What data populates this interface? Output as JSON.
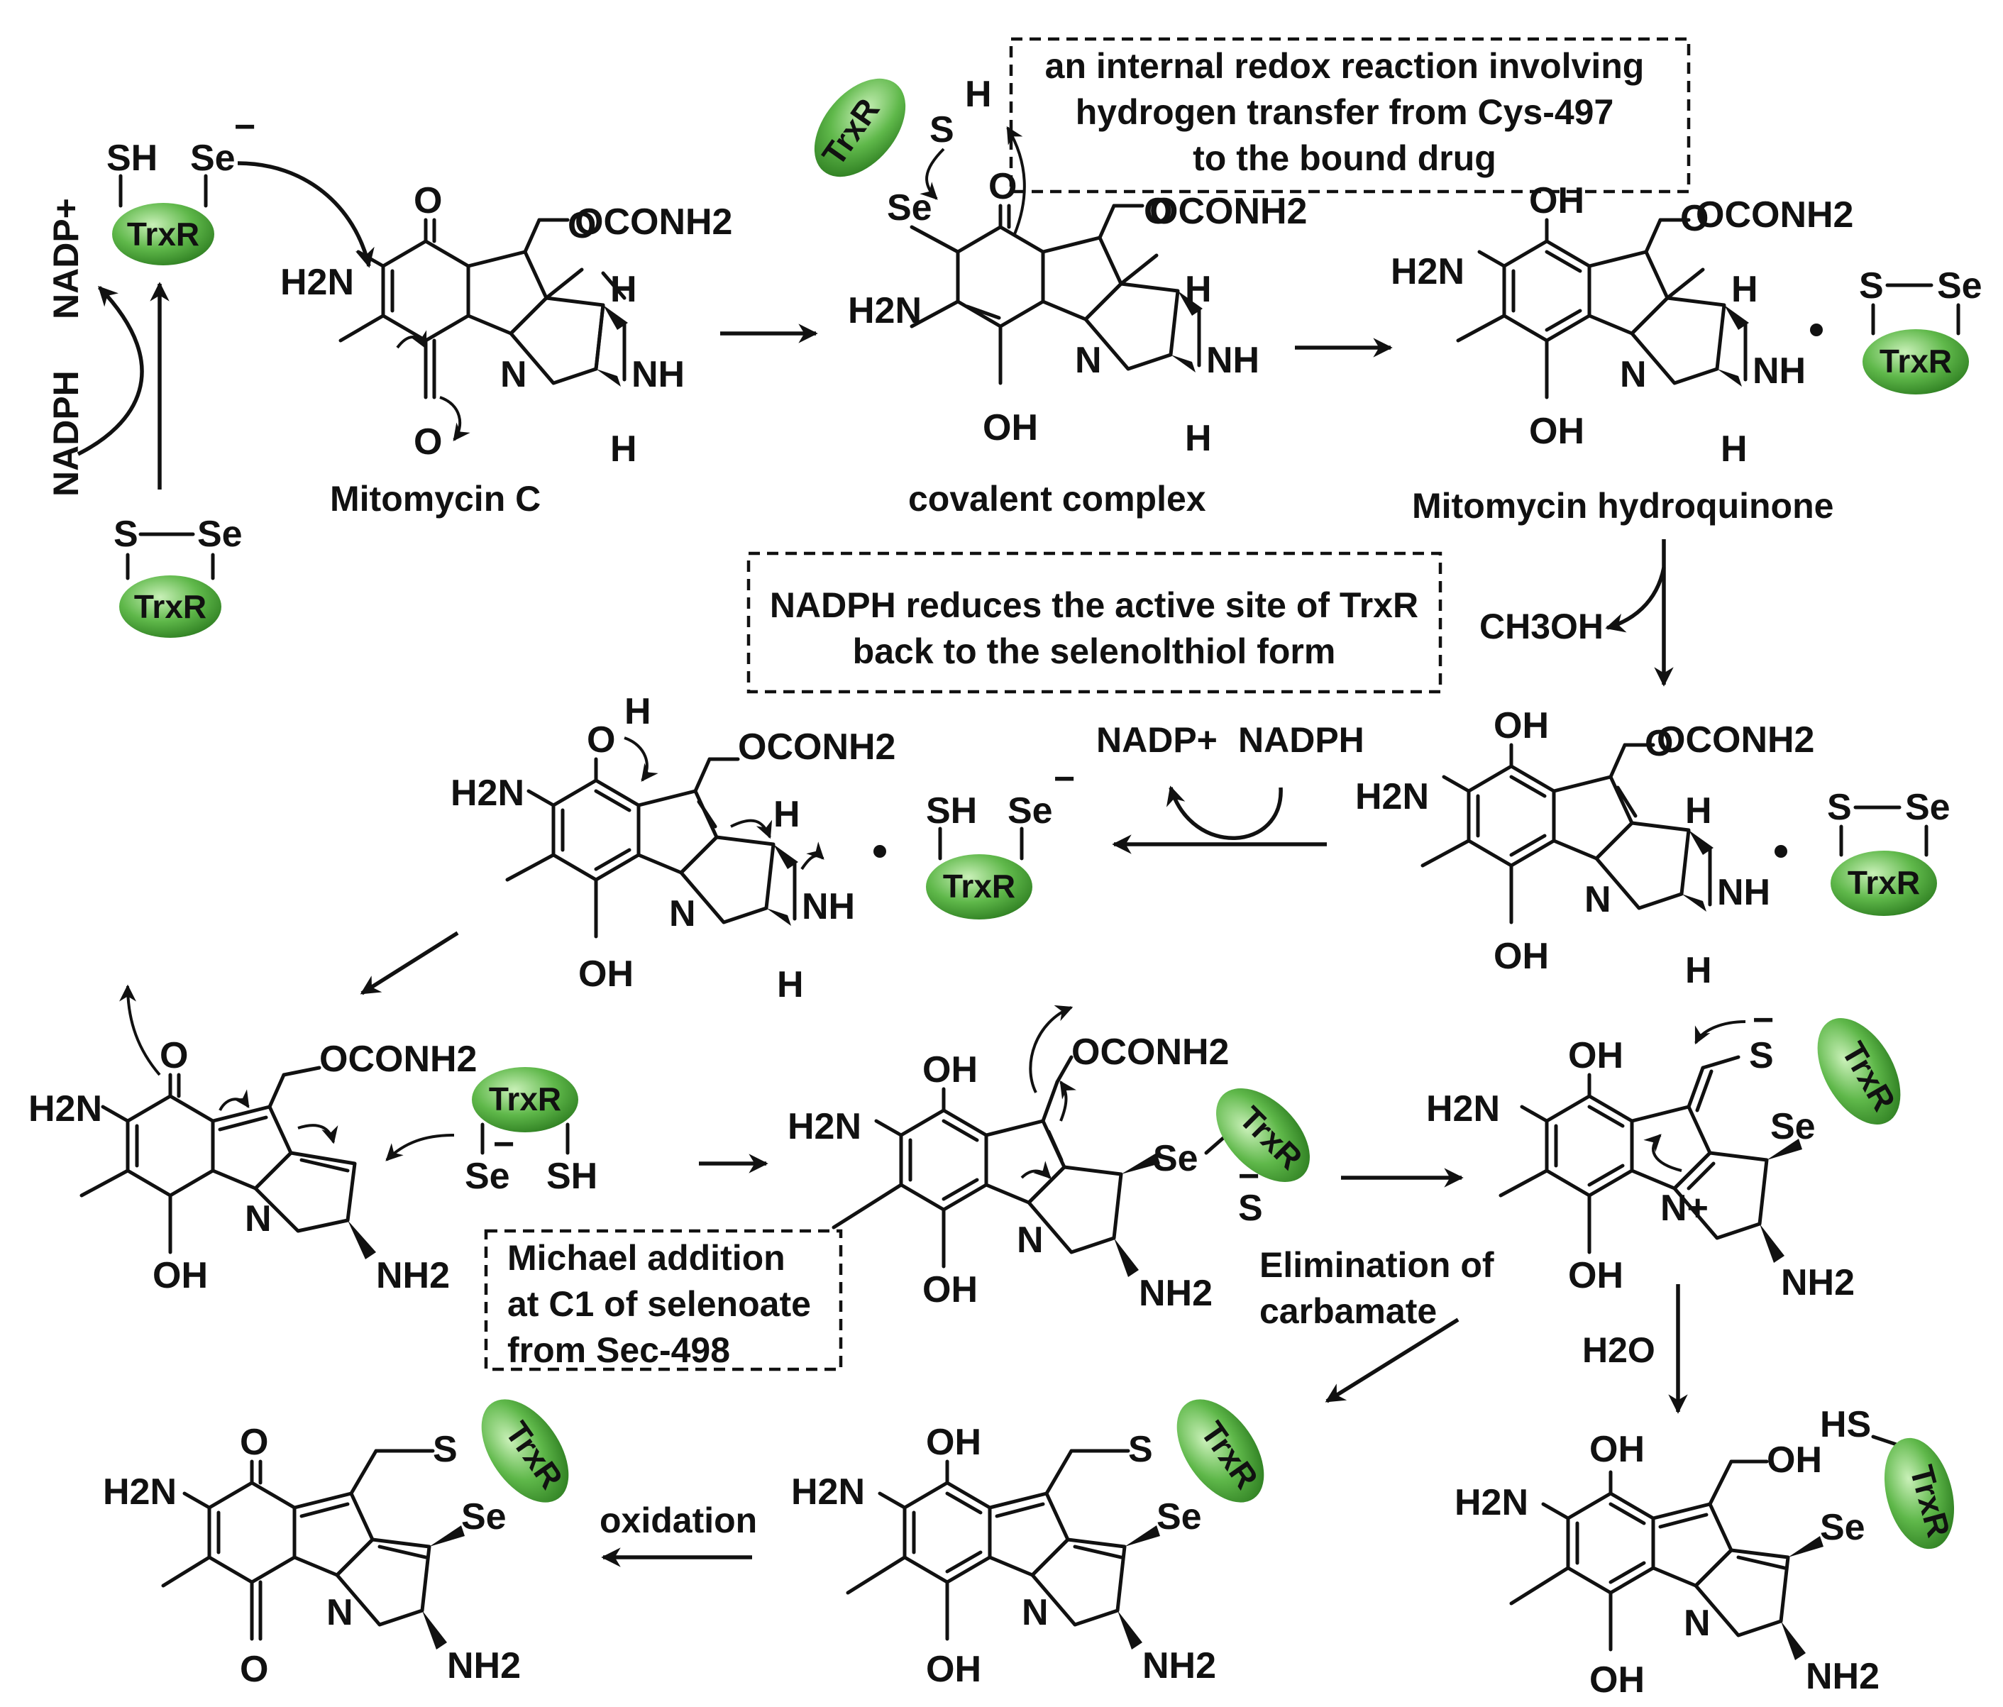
{
  "enzyme": {
    "label": "TrxR"
  },
  "atoms": {
    "SH": "SH",
    "Se": "Se",
    "S": "S",
    "H": "H",
    "O": "O",
    "N": "N",
    "NH": "NH",
    "H2N": "H2N",
    "NH2": "NH2",
    "OH": "OH",
    "OCONH2": "OCONH2",
    "HS": "HS",
    "minus": "−",
    "plus": "+",
    "nplus": "N+"
  },
  "cofactors": {
    "nadph": "NADPH",
    "nadp_plus": "NADP+"
  },
  "captions": {
    "mitomycin_c": "Mitomycin C",
    "covalent_complex": "covalent complex",
    "hydroquinone": "Mitomycin hydroquinone",
    "ch3oh": "CH3OH",
    "h2o": "H2O",
    "oxidation": "oxidation",
    "elimination_1": "Elimination of",
    "elimination_2": "carbamate"
  },
  "notes": {
    "redox": [
      "an internal redox reaction involving",
      "hydrogen transfer from Cys-497",
      "to the bound drug"
    ],
    "nadph_reduces": [
      "NADPH reduces the active site of TrxR",
      "back to the selenolthiol form"
    ],
    "michael": [
      "Michael addition",
      "at C1 of selenoate",
      "from Sec-498"
    ]
  },
  "colors": {
    "enzyme_fill": "#3f9e2f",
    "enzyme_highlight": "#c9f0b8",
    "ink": "#111111"
  }
}
